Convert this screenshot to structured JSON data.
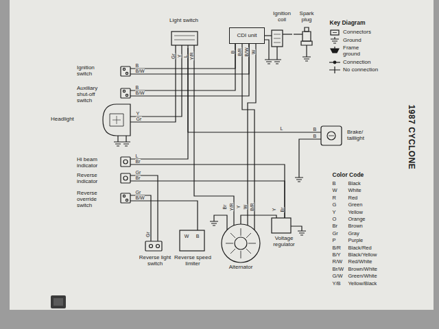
{
  "diagram": {
    "title": "1987 CYCLONE",
    "nodes": [
      {
        "text": [
          "Light switch"
        ]
      },
      {
        "text": [
          "CDI unit"
        ]
      },
      {
        "text": [
          "Ignition coil"
        ]
      },
      {
        "text": [
          "Spark plug"
        ]
      },
      {
        "text": [
          "Ignition switch"
        ]
      },
      {
        "text": [
          "Auxiliary shut-off switch"
        ]
      },
      {
        "text": [
          "Headlight"
        ]
      },
      {
        "text": [
          "Brake/ taillight"
        ]
      },
      {
        "text": [
          "Hi beam indicator"
        ]
      },
      {
        "text": [
          "Reverse indicator"
        ]
      },
      {
        "text": [
          "Reverse override switch"
        ]
      },
      {
        "text": [
          "Reverse light switch"
        ]
      },
      {
        "text": [
          "Reverse speed limiter"
        ]
      },
      {
        "text": [
          "Alternator"
        ]
      },
      {
        "text": [
          "Voltage regulator"
        ]
      }
    ],
    "edges": [
      {
        "from": 1,
        "to": 2,
        "arrow": "none"
      },
      {
        "from": 2,
        "to": 3,
        "arrow": "none"
      },
      {
        "from": 4,
        "to": 1,
        "arrow": "none"
      },
      {
        "from": 4,
        "to": 1,
        "arrow": "none"
      },
      {
        "from": 5,
        "to": 1,
        "arrow": "none"
      },
      {
        "from": 5,
        "to": 1,
        "arrow": "none"
      },
      {
        "from": 6,
        "to": 0,
        "arrow": "none"
      },
      {
        "from": 6,
        "to": 0,
        "arrow": "none"
      },
      {
        "from": 0,
        "to": 7,
        "label": "L",
        "arrow": "none"
      },
      {
        "from": 8,
        "to": 0,
        "arrow": "none"
      },
      {
        "from": 9,
        "to": 11,
        "arrow": "none"
      },
      {
        "from": 10,
        "to": 11,
        "arrow": "none"
      },
      {
        "from": 10,
        "to": 12,
        "arrow": "none"
      },
      {
        "from": 13,
        "to": 1,
        "arrow": "none"
      },
      {
        "from": 13,
        "to": 1,
        "arrow": "none"
      },
      {
        "from": 13,
        "to": 14,
        "arrow": "none"
      },
      {
        "from": 8,
        "to": 14,
        "arrow": "none"
      },
      {
        "from": 9,
        "to": 14,
        "arrow": "none"
      },
      {
        "from": 13,
        "to": 0,
        "arrow": "none"
      }
    ],
    "labels": [
      "Gr",
      "Y",
      "L",
      "Y/R",
      "B",
      "B/R",
      "B/W",
      "W",
      "B",
      "B/W",
      "B",
      "B/W",
      "Y",
      "Gr",
      "B",
      "B",
      "L",
      "Br",
      "Gr",
      "Br",
      "Gr",
      "B/W",
      "Gr",
      "W",
      "B",
      "Br",
      "Y/R",
      "Y",
      "W",
      "B/R",
      "Y",
      "Br",
      "Key Diagram",
      "Color Code",
      "B",
      "Black",
      "W",
      "White",
      "R",
      "Red",
      "G",
      "Green",
      "Y",
      "Yellow",
      "O",
      "Orange",
      "Br",
      "Brown",
      "Gr",
      "Gray",
      "P",
      "Purple",
      "B/R",
      "Black/Red",
      "B/Y",
      "Black/Yellow",
      "R/W",
      "Red/White",
      "Br/W",
      "Brown/White",
      "G/W",
      "Green/White",
      "Y/B",
      "Yellow/Black"
    ],
    "legend": [
      {
        "text": "Connectors"
      },
      {
        "text": "Ground"
      },
      {
        "text": "Frame ground"
      },
      {
        "text": "Connection"
      },
      {
        "text": "No connection"
      }
    ]
  }
}
